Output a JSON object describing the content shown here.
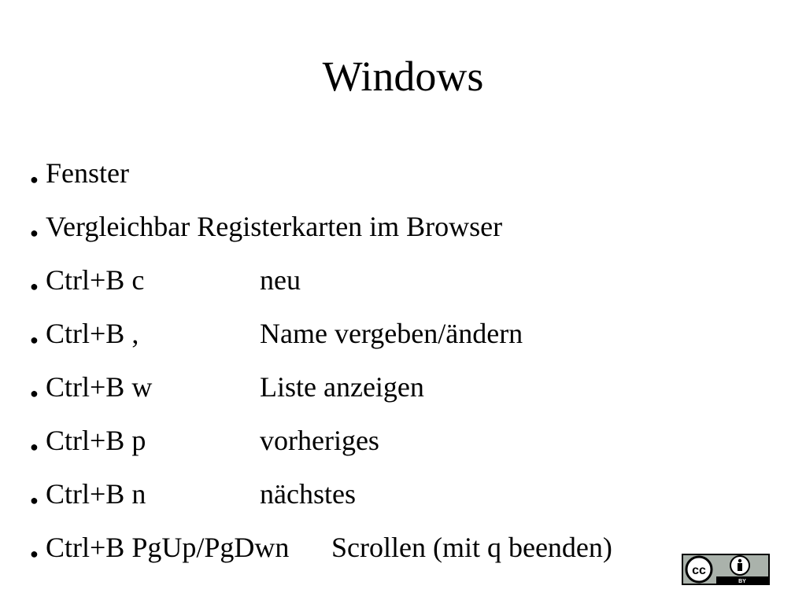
{
  "slide": {
    "title": "Windows",
    "bullet_glyph": "●",
    "items": [
      {
        "key": "Fenster",
        "desc": ""
      },
      {
        "key": "Vergleichbar Registerkarten im Browser",
        "desc": ""
      },
      {
        "key": "Ctrl+B c",
        "desc": "neu"
      },
      {
        "key": "Ctrl+B ,",
        "desc": "Name vergeben/ändern"
      },
      {
        "key": "Ctrl+B w",
        "desc": "Liste anzeigen"
      },
      {
        "key": "Ctrl+B p",
        "desc": "vorheriges"
      },
      {
        "key": "Ctrl+B n",
        "desc": "nächstes"
      },
      {
        "key": "Ctrl+B PgUp/PgDwn",
        "desc": "Scrollen (mit q beenden)"
      }
    ]
  },
  "license": {
    "icon": "cc-by-icon",
    "label_cc": "cc",
    "label_by": "BY"
  }
}
